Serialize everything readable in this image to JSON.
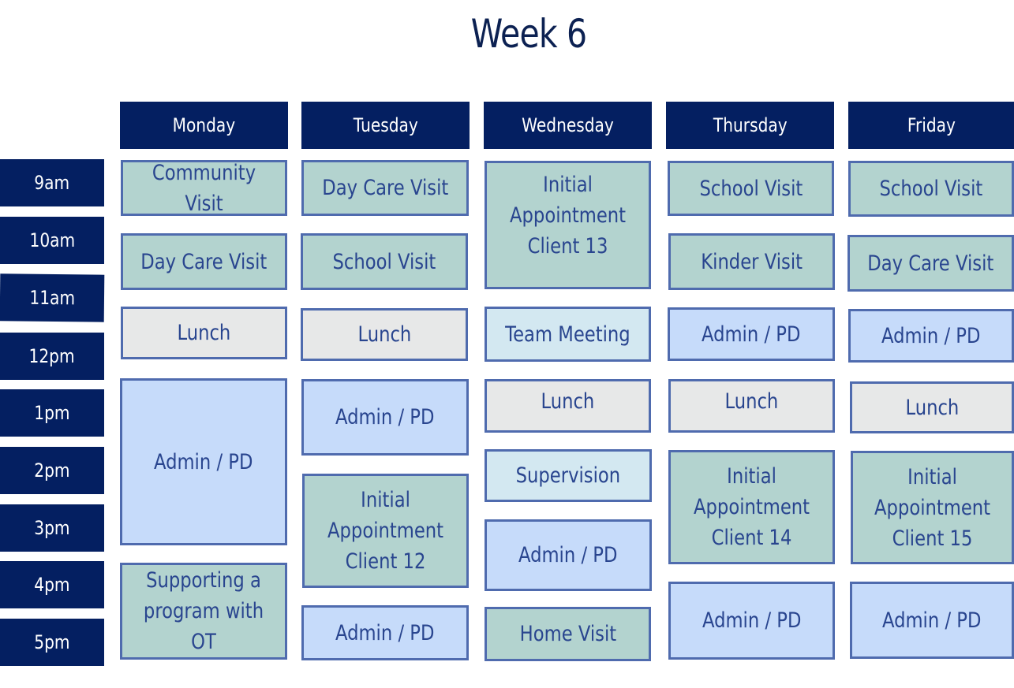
{
  "title": "Week 6",
  "days": [
    "Monday",
    "Tuesday",
    "Wednesday",
    "Thursday",
    "Friday"
  ],
  "times": [
    "9am",
    "10am",
    "11am",
    "12pm",
    "1pm",
    "2pm",
    "3pm",
    "4pm",
    "5pm"
  ],
  "colors": {
    "header": "#041f61",
    "visit": "#b3d3cf",
    "lunch": "#e7e8e8",
    "admin": "#c6dbfa",
    "meeting": "#d3e8f1",
    "border": "#4f6bae",
    "text": "#29458f"
  },
  "schedule": {
    "monday": [
      "Community Visit",
      "Day Care Visit",
      "Lunch",
      "Admin / PD",
      "Supporting a\nprogram with OT"
    ],
    "tuesday": [
      "Day Care Visit",
      "School Visit",
      "Lunch",
      "Admin / PD",
      "Initial\nAppointment\nClient 12",
      "Admin / PD"
    ],
    "wednesday": [
      "Initial\nAppointment\nClient 13",
      "Team Meeting",
      "Lunch",
      "Supervision",
      "Admin / PD",
      "Home Visit"
    ],
    "thursday": [
      "School Visit",
      "Kinder Visit",
      "Admin / PD",
      "Lunch",
      "Initial\nAppointment\nClient 14",
      "Admin / PD"
    ],
    "friday": [
      "School Visit",
      "Day Care Visit",
      "Admin / PD",
      "Lunch",
      "Initial\nAppointment\nClient 15",
      "Admin / PD"
    ]
  }
}
